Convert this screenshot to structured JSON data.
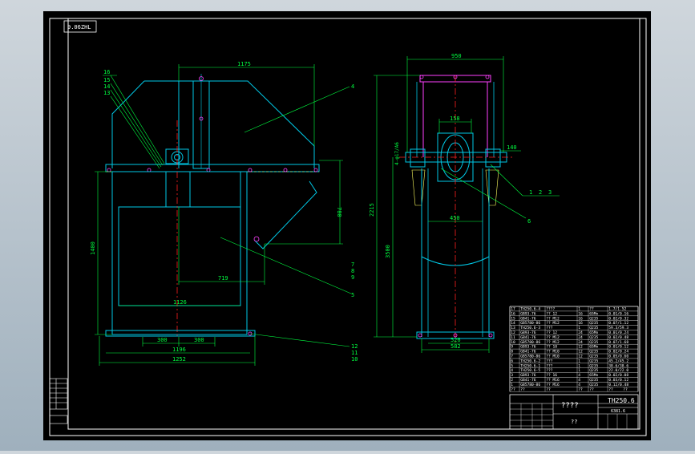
{
  "drawing": {
    "corner_code": "9.06ZHL",
    "colors": {
      "background": "#000000",
      "frame": "#ffffff",
      "outline": "#00c8e6",
      "annotation": "#00ff40",
      "centerline": "#ff2020",
      "fastener": "#ff40ff",
      "hatch": "#ffff60"
    },
    "front_view": {
      "dims": {
        "top_width": "1175",
        "overall_height": "1400",
        "right_height": "780",
        "inner_width": "719",
        "bottom_inner": "1126",
        "left_part": "300",
        "right_part": "300",
        "mid_width": "1196",
        "overall_width": "1252"
      },
      "callouts": {
        "c16": "16",
        "c15": "15",
        "c14": "14",
        "c13": "13",
        "c4": "4",
        "c5": "5",
        "c12": "12",
        "c11": "11",
        "c10": "10",
        "c7": "7",
        "c8": "8",
        "c9": "9"
      }
    },
    "side_view": {
      "dims": {
        "top_width": "950",
        "overall_height": "2215",
        "lower_height": "3500",
        "pulley_dia": "158",
        "flange_note": "4-φ17/A6",
        "shaft_ext": "140",
        "drum_width": "450",
        "base_w1": "526",
        "base_w2": "582"
      },
      "callouts": {
        "c1": "1",
        "c2": "2",
        "c3": "3",
        "c6": "6"
      }
    },
    "parts_list": {
      "rows": [
        [
          "17",
          "TH250.6-4",
          "????",
          "1",
          "??",
          "1.7/1.52"
        ],
        [
          "16",
          "GB93-76",
          "?? 12",
          "16",
          "65Mn",
          "0.01/0.16"
        ],
        [
          "15",
          "GB41-76",
          "?? M12",
          "16",
          "Q235",
          "0.02/0.32"
        ],
        [
          "14",
          "GB5780-86",
          "?? M12",
          "16",
          "Q235",
          "0.07/1.12"
        ],
        [
          "13",
          "TH250.6-3",
          "???",
          "1",
          "Q235",
          "59.3/59.3"
        ],
        [
          "12",
          "GB93-76",
          "?? 12",
          "24",
          "65Mn",
          "0.01/0.24"
        ],
        [
          "11",
          "GB41-76",
          "?? M12",
          "24",
          "Q235",
          "0.02/0.48"
        ],
        [
          "10",
          "GB5780-86",
          "?? M12",
          "24",
          "Q235",
          "0.07/1.68"
        ],
        [
          "9",
          "GB93-76",
          "?? 10",
          "12",
          "65Mn",
          "0.01/0.12"
        ],
        [
          "8",
          "GB41-76",
          "?? M10",
          "12",
          "Q235",
          "0.02/0.24"
        ],
        [
          "7",
          "GB5780-86",
          "?? M10",
          "12",
          "Q235",
          "0.05/0.60"
        ],
        [
          "6",
          "TH250.6-2",
          "???",
          "1",
          "Q235",
          "45.2/45.2"
        ],
        [
          "5",
          "TH250.6-1",
          "???",
          "1",
          "Q235",
          "38.6/38.6"
        ],
        [
          "4",
          "TH250.6-5",
          "???",
          "1",
          "Q235",
          "22.0/22.0"
        ],
        [
          "3",
          "GB93-76",
          "?? 16",
          "4",
          "65Mn",
          "0.02/0.08"
        ],
        [
          "2",
          "GB41-76",
          "?? M16",
          "4",
          "Q235",
          "0.03/0.12"
        ],
        [
          "1",
          "GB5780-86",
          "?? M16",
          "4",
          "Q235",
          "0.12/0.48"
        ]
      ],
      "header": [
        "??",
        "??",
        "??",
        "??",
        "??",
        "??",
        "??"
      ]
    },
    "title_block": {
      "name": "????",
      "code": "TH250.6",
      "sub_code": "6381.6",
      "unit": "??"
    }
  }
}
